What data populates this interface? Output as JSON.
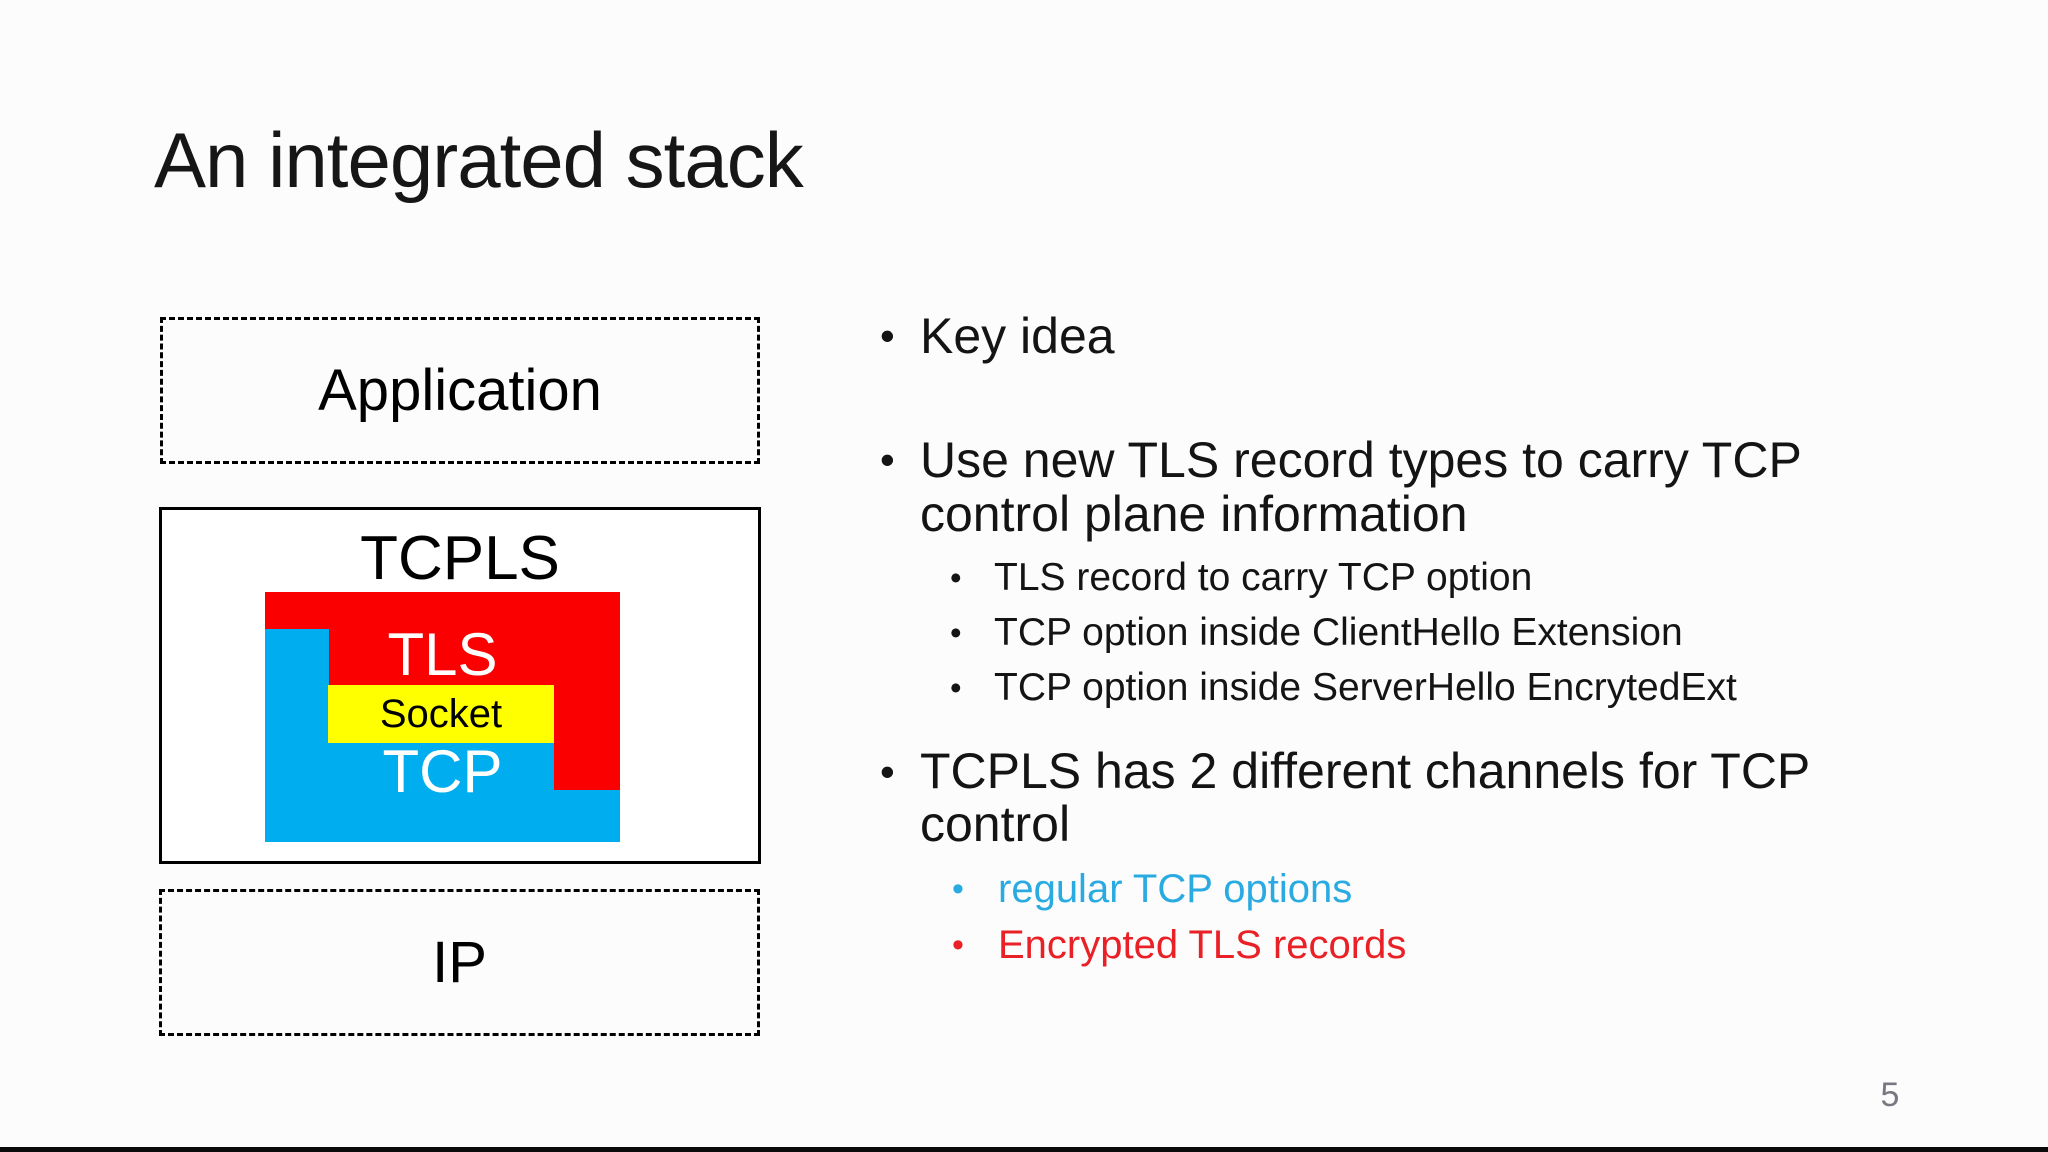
{
  "slide": {
    "title": "An integrated stack",
    "page_number": "5",
    "bullet_char": "•"
  },
  "diagram": {
    "application_label": "Application",
    "tcpls_label": "TCPLS",
    "tls_label": "TLS",
    "socket_label": "Socket",
    "tcp_label": "TCP",
    "ip_label": "IP",
    "colors": {
      "tls_red": "#fa0000",
      "tcp_cyan": "#00aeef",
      "socket_yellow": "#ffff00"
    }
  },
  "bullets": {
    "key_idea": "Key idea",
    "use_new": "Use new TLS record types to carry TCP\ncontrol plane information",
    "sub_items": [
      "TLS record to carry TCP option",
      "TCP option inside ClientHello Extension",
      "TCP option inside ServerHello EncrytedExt"
    ],
    "channels": "TCPLS has 2 different channels for TCP\ncontrol",
    "channel_items": [
      {
        "label": "regular TCP options",
        "color": "#29abe2"
      },
      {
        "label": "Encrypted TLS records",
        "color": "#e92025"
      }
    ]
  }
}
